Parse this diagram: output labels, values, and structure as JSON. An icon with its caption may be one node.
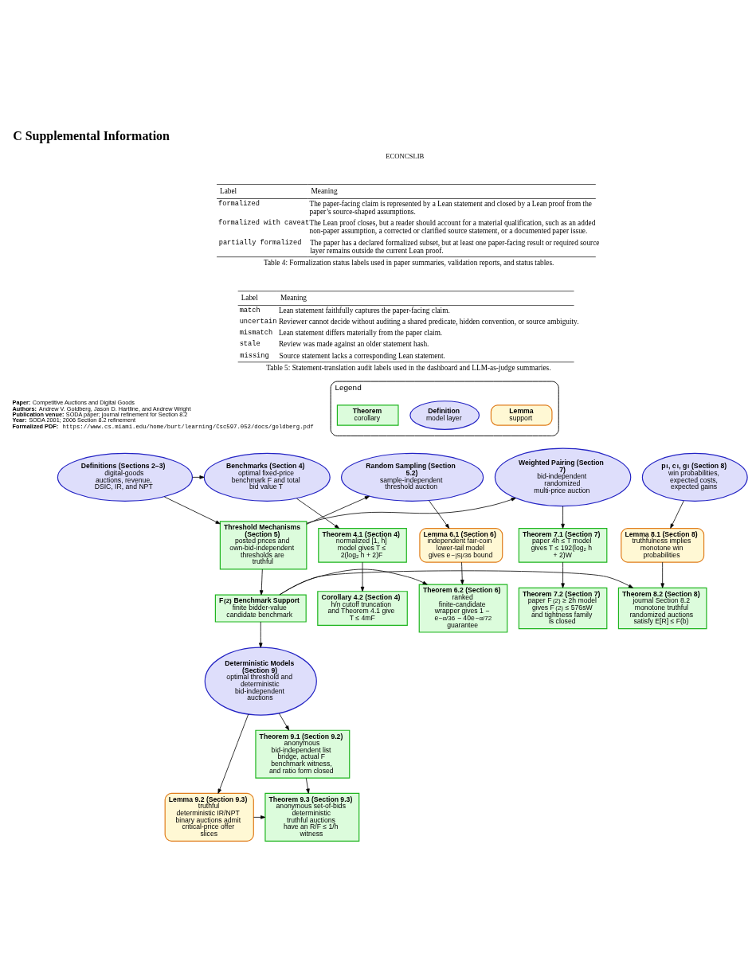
{
  "diagram": {
    "title": "C Supplemental Information",
    "nodes": [
      {
        "text": [
          "Legend"
        ]
      },
      {
        "text": [
          "Theorem",
          "corollary"
        ],
        "in": 0
      },
      {
        "text": [
          "Lemma",
          "support"
        ],
        "in": 0
      },
      {
        "text": [
          "Definition",
          "model layer"
        ],
        "in": 0
      },
      {
        "text": [
          "Definitions (Sections 2–3)",
          "digital-goods auctions, revenue, DSIC, IR, and NPT"
        ]
      },
      {
        "text": [
          "Benchmarks (Section 4)",
          "optimal fixed-price benchmark F and total bid value T"
        ]
      },
      {
        "text": [
          "Random Sampling (Section 5.2)",
          "sample-independent threshold auction"
        ]
      },
      {
        "text": [
          "Weighted Pairing (Section 7)",
          "bid-independent randomized multi-price auction"
        ]
      },
      {
        "text": [
          "p$_{i}$, c$_{i}$, g$_{i}$ (Section 8)",
          "win probabilities, expected costs, expected gains"
        ]
      },
      {
        "text": [
          "Threshold Mechanisms (Section 5)",
          "posted prices and own-bid-independent thresholds are truthful"
        ]
      },
      {
        "text": [
          "Theorem 4.1 (Section 4)",
          "normalized [1, h] model gives T ≤ 2(log₂ h + 2)F"
        ]
      },
      {
        "text": [
          "Lemma 6.1 (Section 6)",
          "independent fair-coin lower-tail model gives e$^{−|S|/36}$ bound"
        ]
      },
      {
        "text": [
          "Theorem 7.1 (Section 7)",
          "paper 4h ≤ T model gives T ≤ 192(log₂ h + 2)W"
        ]
      },
      {
        "text": [
          "Lemma 8.1 (Section 8)",
          "truthfulness implies monotone win probabilities"
        ]
      },
      {
        "text": [
          "F$^{(2)}$ Benchmark Support",
          "finite bidder-value candidate benchmark"
        ]
      },
      {
        "text": [
          "Corollary 4.2 (Section 4)",
          "h/n cutoff truncation and Theorem 4.1 give T ≤ 4mF"
        ]
      },
      {
        "text": [
          "Theorem 6.2 (Section 6)",
          "ranked finite-candidate wrapper gives 1 − e$^{−α/36}$ − 40e$^{−α/72}$ guarantee"
        ]
      },
      {
        "text": [
          "Theorem 7.2 (Section 7)",
          "paper F$^{(2)}$ ≥ 2h model gives F$^{(2)}$ ≤ 576sW and tightness family is closed"
        ]
      },
      {
        "text": [
          "Theorem 8.2 (Section 8)",
          "journal Section 8.2 monotone truthful randomized auctions satisfy E[R] ≤ F(b)"
        ]
      },
      {
        "text": [
          "Deterministic Models (Section 9)",
          "optimal threshold and deterministic bid-independent auctions"
        ]
      },
      {
        "text": [
          "Theorem 9.1 (Section 9.2)",
          "anonymous bid-independent list bridge, actual F benchmark witness, and ratio form closed"
        ]
      },
      {
        "text": [
          "Lemma 9.2 (Section 9.3)",
          "truthful deterministic IR/NPT binary auctions admit critical-price offer slices"
        ]
      },
      {
        "text": [
          "Theorem 9.3 (Section 9.3)",
          "anonymous set-of-bids deterministic truthful auctions have an R/F ≤ 1/h witness"
        ]
      }
    ],
    "edges": [
      {
        "from": 4,
        "to": 5,
        "arrow": "to"
      },
      {
        "from": 4,
        "to": 9,
        "arrow": "to"
      },
      {
        "from": 5,
        "to": 10,
        "arrow": "to"
      },
      {
        "from": 10,
        "to": 15,
        "arrow": "to"
      },
      {
        "from": 9,
        "to": 6,
        "arrow": "to"
      },
      {
        "from": 9,
        "to": 7,
        "arrow": "to"
      },
      {
        "from": 6,
        "to": 11,
        "arrow": "to"
      },
      {
        "from": 11,
        "to": 16,
        "arrow": "to"
      },
      {
        "from": 7,
        "to": 12,
        "arrow": "to"
      },
      {
        "from": 12,
        "to": 17,
        "arrow": "to"
      },
      {
        "from": 8,
        "to": 13,
        "arrow": "to"
      },
      {
        "from": 13,
        "to": 18,
        "arrow": "to"
      },
      {
        "from": 9,
        "to": 14,
        "arrow": "to"
      },
      {
        "from": 14,
        "to": 16,
        "arrow": "to"
      },
      {
        "from": 14,
        "to": 18,
        "arrow": "to"
      },
      {
        "from": 14,
        "to": 19,
        "arrow": "to"
      },
      {
        "from": 19,
        "to": 20,
        "arrow": "to"
      },
      {
        "from": 19,
        "to": 21,
        "arrow": "to"
      },
      {
        "from": 20,
        "to": 22,
        "arrow": "to"
      },
      {
        "from": 21,
        "to": 22,
        "arrow": "to"
      }
    ],
    "labels": [
      "ECONCSLIB",
      "Label",
      "Meaning",
      "formalized",
      "The paper-facing claim is represented by a Lean statement and closed by a Lean proof from the paper’s source-shaped assumptions.",
      "formalized with caveat",
      "The Lean proof closes, but a reader should account for a material qualification, such as an added non-paper assumption, a corrected or clarified source statement, or a documented paper issue.",
      "partially formalized",
      "The paper has a declared formalized subset, but at least one paper-facing result or required source layer remains outside the current Lean proof.",
      "Table 4: Formalization status labels used in paper summaries, validation reports, and status tables.",
      "Label",
      "Meaning",
      "match",
      "Lean statement faithfully captures the paper-facing claim.",
      "uncertain",
      "Reviewer cannot decide without auditing a shared predicate, hidden convention, or source ambiguity.",
      "mismatch",
      "Lean statement differs materially from the paper claim.",
      "stale",
      "Review was made against an older statement hash.",
      "missing",
      "Source statement lacks a corresponding Lean statement.",
      "Table 5: Statement-translation audit labels used in the dashboard and LLM-as-judge summaries.",
      "**Paper:** Competitive Auctions and Digital Goods",
      "**Authors:** Andrew V. Goldberg, Jason D. Hartline, and Andrew Wright",
      "**Publication venue:** SODA paper; journal refinement for Section 8.2",
      "**Year:** SODA 2001; 2006 Section 8.2 refinement",
      "**Formalized PDF:** https://www.cs.miami.edu/home/burt/learning/Csc597.052/docs/goldberg.pdf"
    ]
  }
}
